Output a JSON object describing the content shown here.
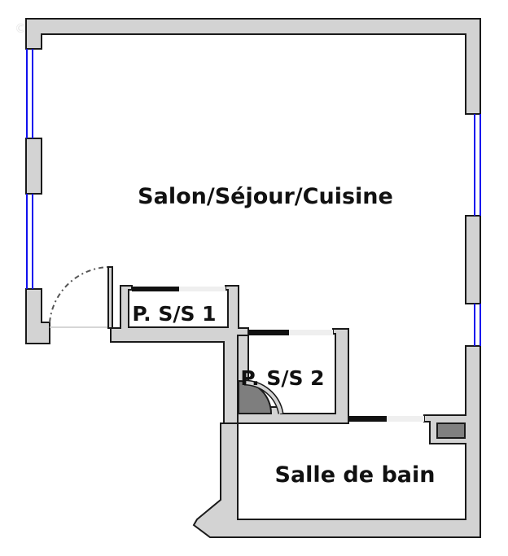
{
  "watermark": "© EtrePropio.com",
  "rooms": [
    {
      "id": "salon",
      "label": "Salon/Séjour/Cuisine"
    },
    {
      "id": "pss1",
      "label": "P. S/S 1"
    },
    {
      "id": "pss2",
      "label": "P. S/S 2"
    },
    {
      "id": "sdb",
      "label": "Salle de bain"
    }
  ],
  "colors": {
    "wall_fill": "#d3d3d3",
    "wall_stroke": "#1a1a1a",
    "window": "#1010ee",
    "fixture": "#808080",
    "door_leaf": "#000000"
  }
}
